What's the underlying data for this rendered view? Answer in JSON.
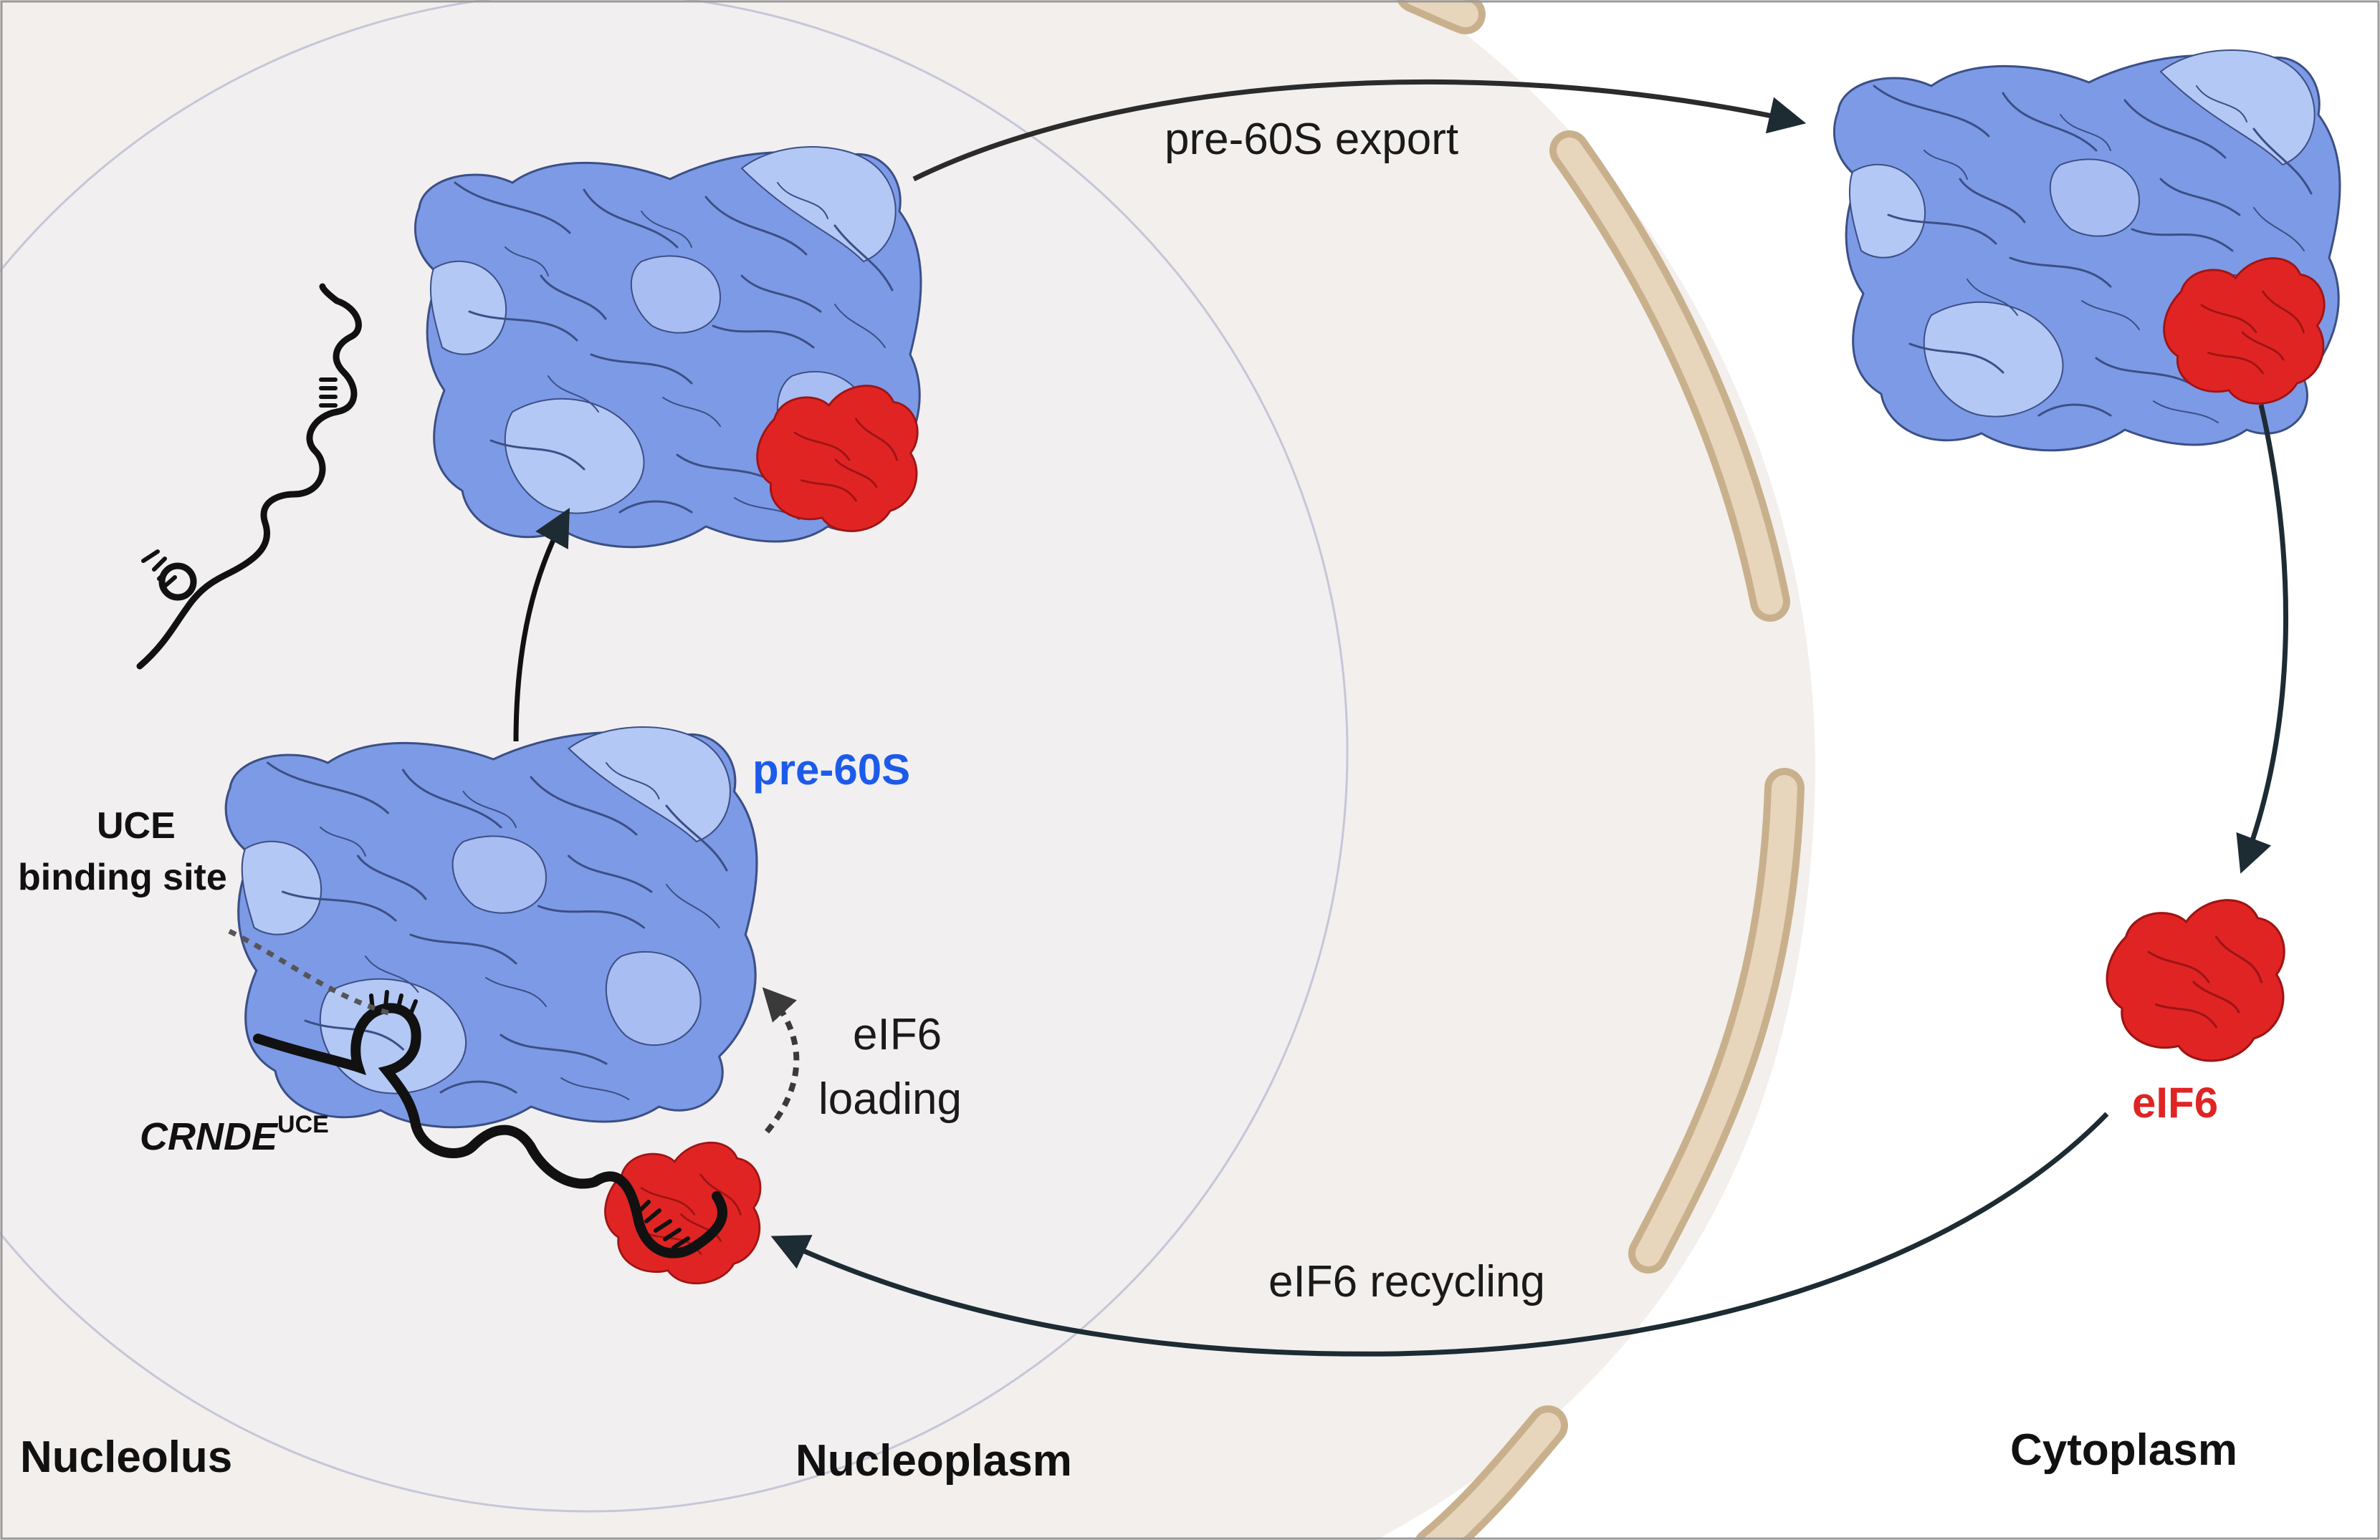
{
  "regions": {
    "nucleolus": "Nucleolus",
    "nucleoplasm": "Nucleoplasm",
    "cytoplasm": "Cytoplasm"
  },
  "steps": {
    "export": "pre-60S export",
    "loading_1": "eIF6",
    "loading_2": "loading",
    "recycling": "eIF6 recycling"
  },
  "labels": {
    "pre60s": "pre-60S",
    "eif6": "eIF6",
    "uce_1": "UCE",
    "uce_2": "binding site",
    "crnde": "CRNDE",
    "crnde_sup": "UCE"
  },
  "colors": {
    "ribosome_dark": "#7d9ae6",
    "ribosome_light": "#b4c8f5",
    "ribosome_outline": "#3c4f86",
    "eif6_red": "#e02424",
    "eif6_label": "#e02424",
    "pre60s_label": "#1c5bea",
    "nucleus_fill": "#f3efec",
    "nucleolus_fill": "#f1eff0",
    "envelope": "#e7d5bc",
    "envelope_edge": "#c9b08d",
    "arrow": "#1d2b33"
  }
}
